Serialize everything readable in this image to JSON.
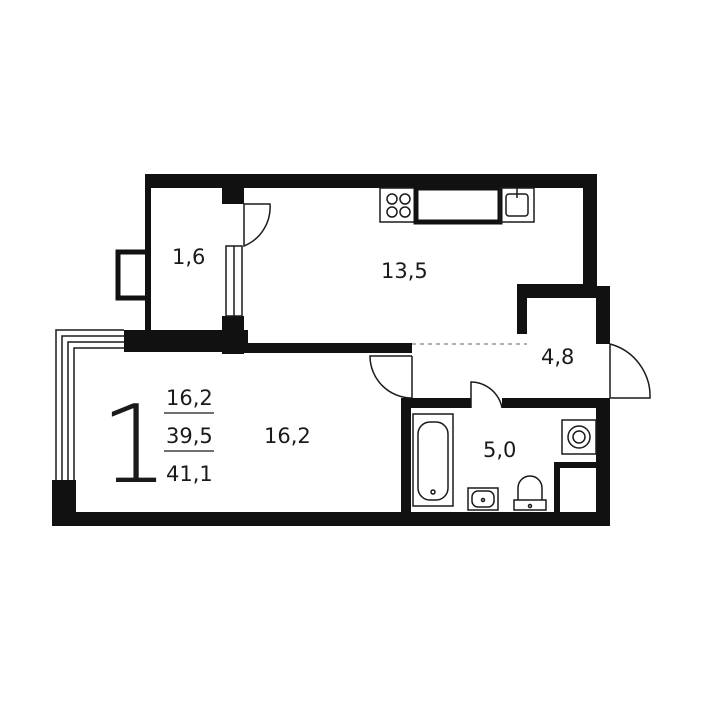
{
  "plan": {
    "room_count": "1",
    "summary": {
      "living_area": "16,2",
      "total_area": "39,5",
      "total_area_with_balcony": "41,1"
    },
    "rooms": {
      "loggia": "1,6",
      "kitchen": "13,5",
      "hallway": "4,8",
      "bathroom": "5,0",
      "living_room": "16,2"
    },
    "colors": {
      "wall": "#111111",
      "background": "#ffffff",
      "stroke": "#1a1a1a"
    }
  }
}
